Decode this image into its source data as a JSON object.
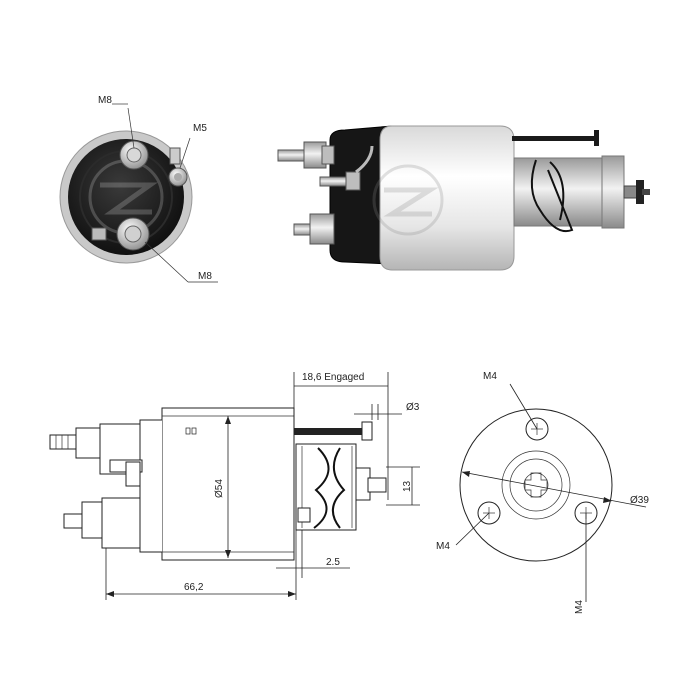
{
  "labels": {
    "front_top_terminal": "M8",
    "front_small_terminal": "M5",
    "front_bottom_terminal": "M8",
    "dim_engaged": "18,6 Engaged",
    "dim_pin_dia": "Ø3",
    "dim_height": "13",
    "dim_body_dia": "Ø54",
    "dim_gap": "2.5",
    "dim_length": "66,2",
    "end_top_screw": "M4",
    "end_left_screw": "M4",
    "end_bottom_screw": "M4",
    "end_bolt_circle": "Ø39"
  },
  "colors": {
    "line": "#222222",
    "body_light": "#f2f2f2",
    "body_dark": "#1a1a1a",
    "metal": "#c8c8c8"
  }
}
